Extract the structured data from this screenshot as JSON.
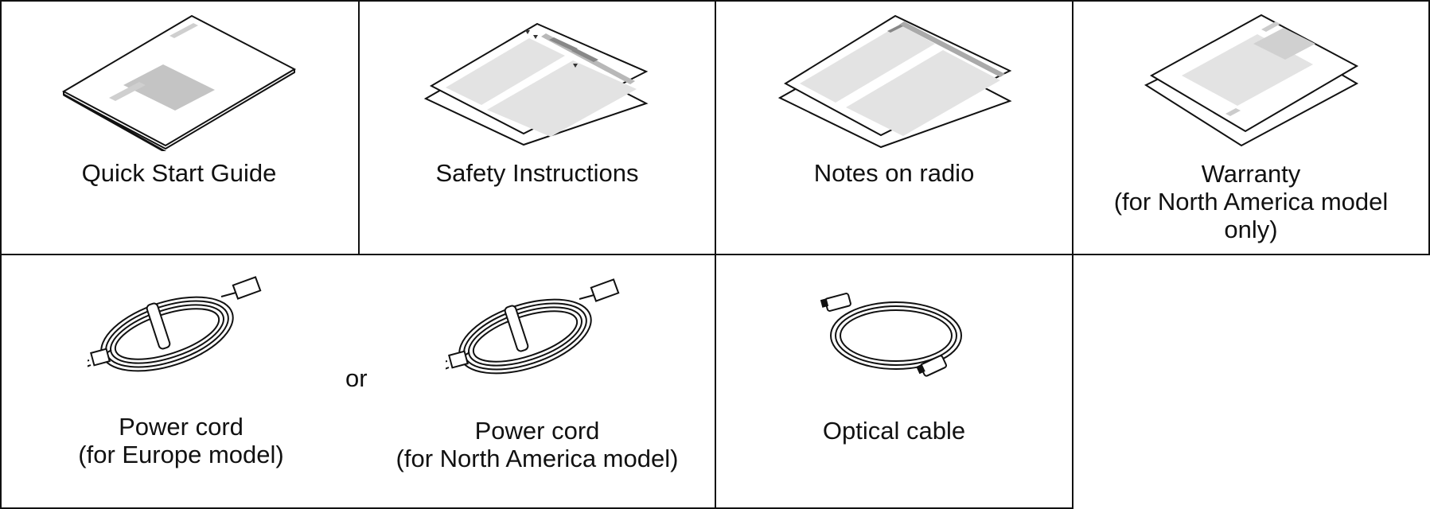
{
  "items": {
    "quick_start_guide": "Quick Start Guide",
    "safety_instructions": "Safety Instructions",
    "notes_on_radio": "Notes on radio",
    "warranty": {
      "line1": "Warranty",
      "line2": "(for North America model",
      "line3": "only)"
    },
    "power_cord_europe": {
      "line1": "Power cord",
      "line2": "(for Europe model)"
    },
    "or": "or",
    "power_cord_north_america": {
      "line1": "Power cord",
      "line2": "(for North America model)"
    },
    "optical_cable": "Optical cable"
  }
}
